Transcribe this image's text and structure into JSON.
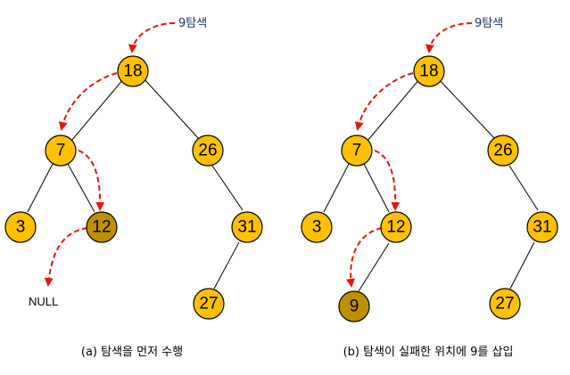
{
  "colors": {
    "node_fill": "#ffc000",
    "node_highlight": "#bf9000",
    "arrow": "#e8140c",
    "search_label": "#1f3864"
  },
  "panel_a": {
    "search_label": "9탐색",
    "nodes": {
      "n18": "18",
      "n7": "7",
      "n26": "26",
      "n3": "3",
      "n12": "12",
      "n31": "31",
      "n27": "27"
    },
    "null_label": "NULL",
    "caption": "(a) 탐색을 먼저 수행"
  },
  "panel_b": {
    "search_label": "9탐색",
    "nodes": {
      "n18": "18",
      "n7": "7",
      "n26": "26",
      "n3": "3",
      "n12": "12",
      "n9": "9",
      "n31": "31",
      "n27": "27"
    },
    "caption": "(b) 탐색이 실패한 위치에 9를 삽입"
  }
}
